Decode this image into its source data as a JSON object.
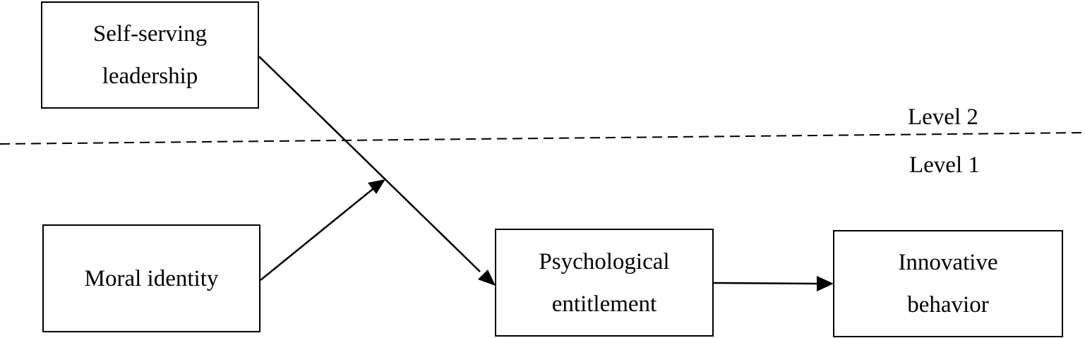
{
  "nodes": {
    "self_serving_leadership": "Self-serving\nleadership",
    "moral_identity": "Moral identity",
    "psychological_entitlement": "Psychological\nentitlement",
    "innovative_behavior": "Innovative\nbehavior"
  },
  "levels": {
    "upper": "Level 2",
    "lower": "Level 1"
  },
  "colors": {
    "stroke": "#000000",
    "background": "#ffffff"
  }
}
